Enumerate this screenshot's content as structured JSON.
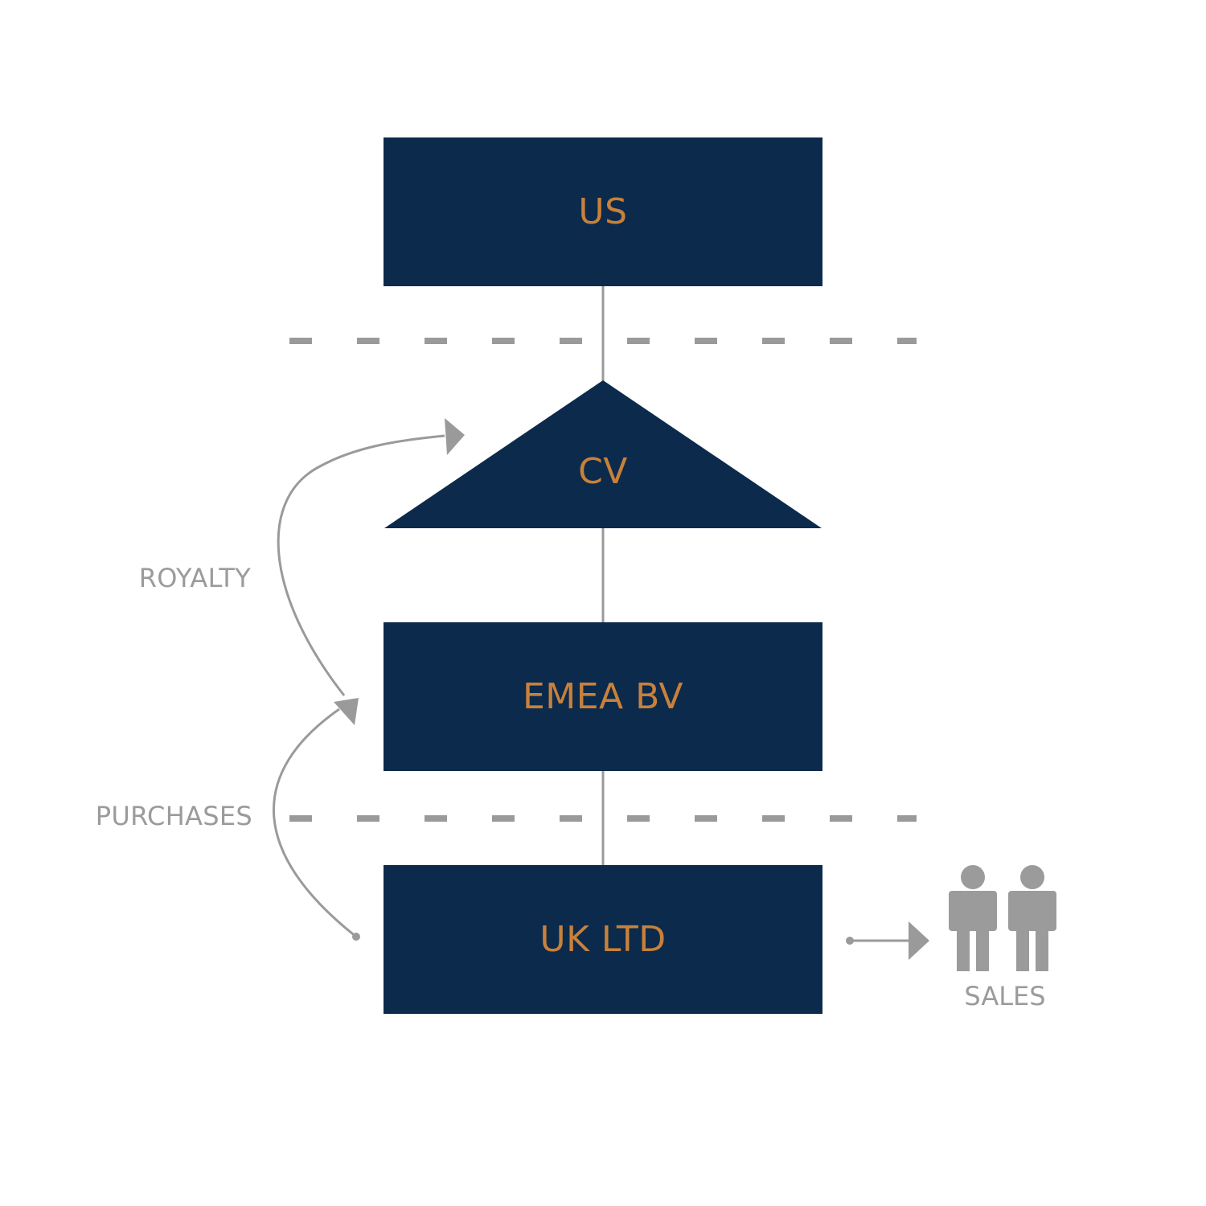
{
  "colors": {
    "box": "#0c2a4b",
    "label": "#c8813a",
    "connector": "#9a9a9a",
    "muted": "#9b9b9b"
  },
  "entities": {
    "us": "US",
    "cv": "CV",
    "emea": "EMEA BV",
    "uk": "UK LTD"
  },
  "flows": {
    "royalty": "ROYALTY",
    "purchases": "PURCHASES",
    "sales": "SALES"
  },
  "icons": {
    "customers": "two-people-icon"
  }
}
